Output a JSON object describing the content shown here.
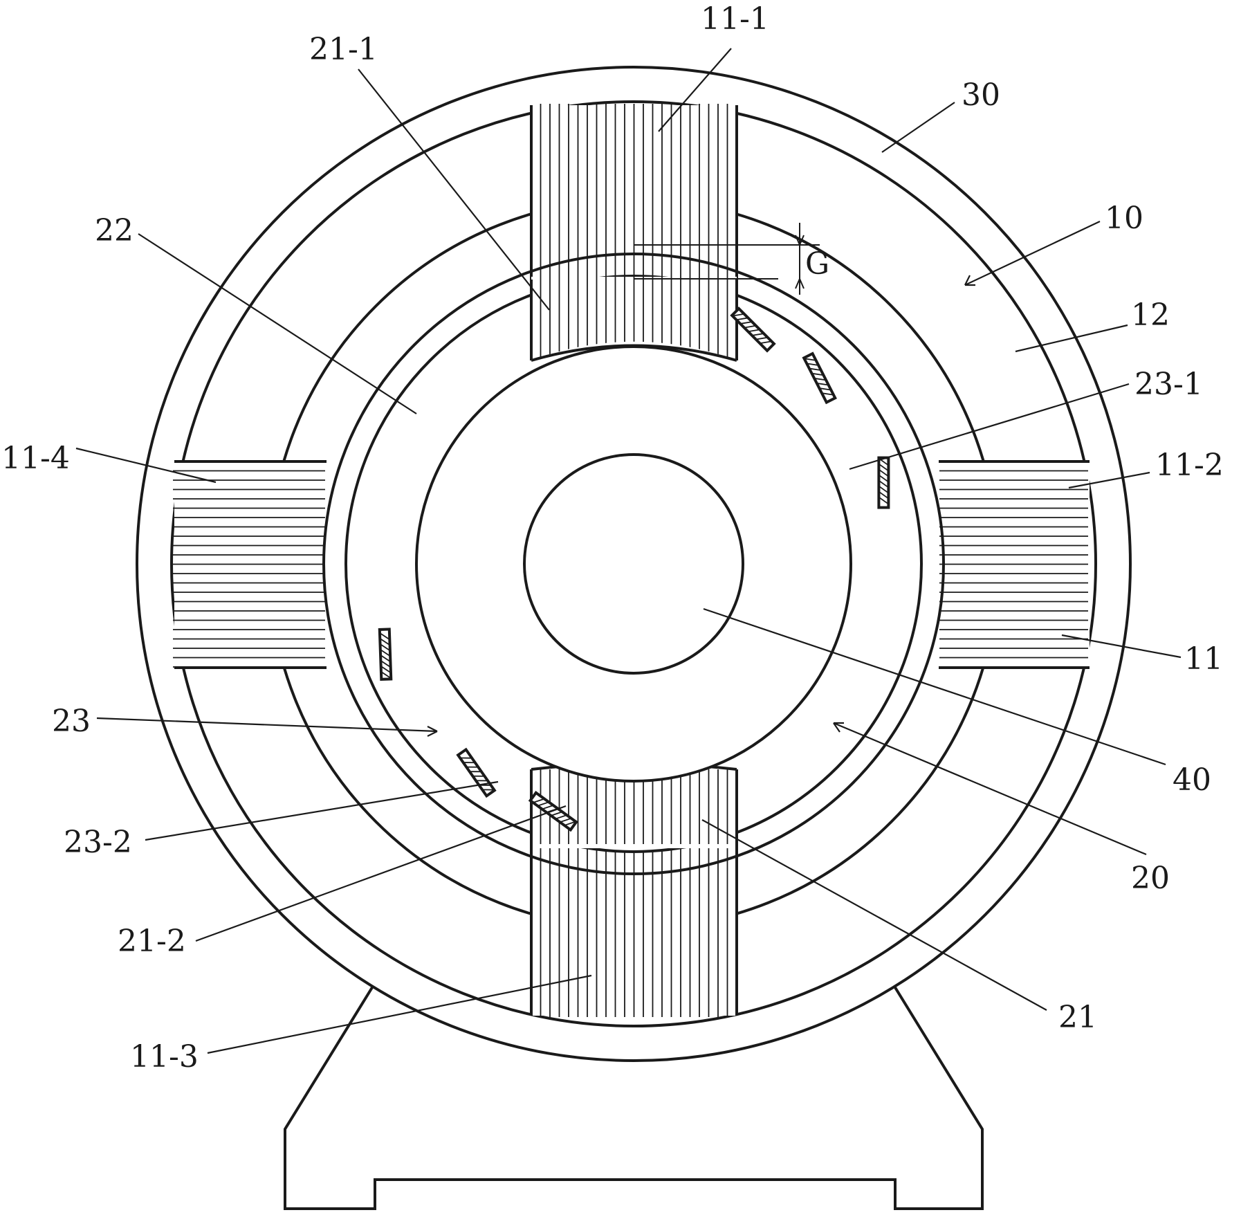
{
  "labels": {
    "l_11_1": "11-1",
    "l_21_1": "21-1",
    "l_30": "30",
    "l_22": "22",
    "l_10": "10",
    "l_G": "G",
    "l_12": "12",
    "l_23_1": "23-1",
    "l_11_4": "11-4",
    "l_11_2": "11-2",
    "l_11": "11",
    "l_23": "23",
    "l_40": "40",
    "l_23_2": "23-2",
    "l_20": "20",
    "l_21_2": "21-2",
    "l_21": "21",
    "l_11_3": "11-3"
  },
  "colors": {
    "line": "#1a1a1a",
    "background": "#ffffff"
  }
}
